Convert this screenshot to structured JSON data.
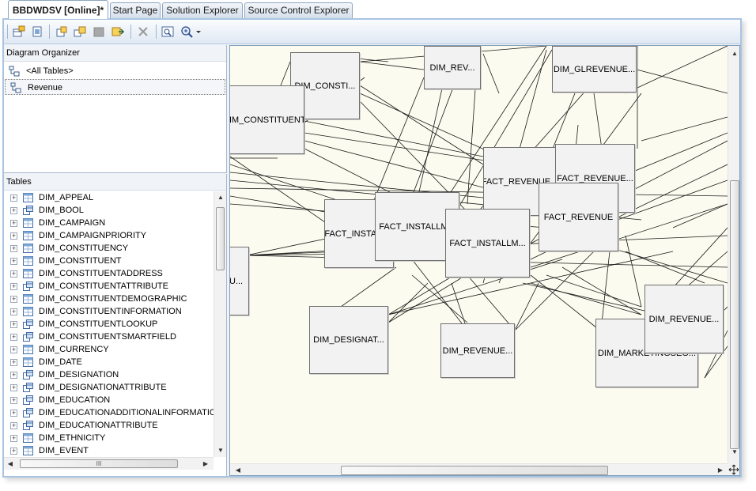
{
  "tabs": [
    {
      "label": "BBDWDSV [Online]*",
      "active": true
    },
    {
      "label": "Start Page",
      "active": false
    },
    {
      "label": "Solution Explorer",
      "active": false
    },
    {
      "label": "Source Control Explorer",
      "active": false
    }
  ],
  "toolbar": {
    "buttons": [
      "add-table-icon",
      "autosize-icon",
      "new-table-icon",
      "add-related-tables-icon",
      "remove-icon",
      "new-annotation-icon",
      "delete-icon",
      "zoom-to-fit-icon",
      "zoom-icon",
      "dropdown-arrow-icon"
    ]
  },
  "organizer": {
    "title": "Diagram Organizer",
    "items": [
      {
        "label": "<All Tables>"
      },
      {
        "label": "Revenue"
      }
    ]
  },
  "tables": {
    "title": "Tables",
    "items": [
      {
        "label": "DIM_APPEAL",
        "kind": "table"
      },
      {
        "label": "DIM_BOOL",
        "kind": "lookup"
      },
      {
        "label": "DIM_CAMPAIGN",
        "kind": "table"
      },
      {
        "label": "DIM_CAMPAIGNPRIORITY",
        "kind": "table"
      },
      {
        "label": "DIM_CONSTITUENCY",
        "kind": "table"
      },
      {
        "label": "DIM_CONSTITUENT",
        "kind": "table"
      },
      {
        "label": "DIM_CONSTITUENTADDRESS",
        "kind": "table"
      },
      {
        "label": "DIM_CONSTITUENTATTRIBUTE",
        "kind": "lookup"
      },
      {
        "label": "DIM_CONSTITUENTDEMOGRAPHIC",
        "kind": "table"
      },
      {
        "label": "DIM_CONSTITUENTINFORMATION",
        "kind": "table"
      },
      {
        "label": "DIM_CONSTITUENTLOOKUP",
        "kind": "lookup"
      },
      {
        "label": "DIM_CONSTITUENTSMARTFIELD",
        "kind": "lookup"
      },
      {
        "label": "DIM_CURRENCY",
        "kind": "table"
      },
      {
        "label": "DIM_DATE",
        "kind": "table"
      },
      {
        "label": "DIM_DESIGNATION",
        "kind": "lookup"
      },
      {
        "label": "DIM_DESIGNATIONATTRIBUTE",
        "kind": "lookup"
      },
      {
        "label": "DIM_EDUCATION",
        "kind": "lookup"
      },
      {
        "label": "DIM_EDUCATIONADDITIONALINFORMATION",
        "kind": "lookup"
      },
      {
        "label": "DIM_EDUCATIONATTRIBUTE",
        "kind": "lookup"
      },
      {
        "label": "DIM_ETHNICITY",
        "kind": "table"
      },
      {
        "label": "DIM_EVENT",
        "kind": "table"
      }
    ],
    "hscroll_label": "III"
  },
  "diagram": {
    "boxes": [
      {
        "label": "DIM_CONSTI..."
      },
      {
        "label": "DIM_REV..."
      },
      {
        "label": "DIM_GLREVENUE..."
      },
      {
        "label": "IM_CONSTITUENT..."
      },
      {
        "label": "FACT_REVENUE..."
      },
      {
        "label": "FACT_REVENUE..."
      },
      {
        "label": "FACT_INSTALL..."
      },
      {
        "label": "FACT_INSTALLM..."
      },
      {
        "label": "FACT_INSTALLM..."
      },
      {
        "label": "FACT_REVENUE"
      },
      {
        "label": "U..."
      },
      {
        "label": "DIM_DESIGNAT..."
      },
      {
        "label": "DIM_REVENUE..."
      },
      {
        "label": "DIM_MARKETINGSEG..."
      },
      {
        "label": "DIM_REVENUE..."
      }
    ]
  }
}
